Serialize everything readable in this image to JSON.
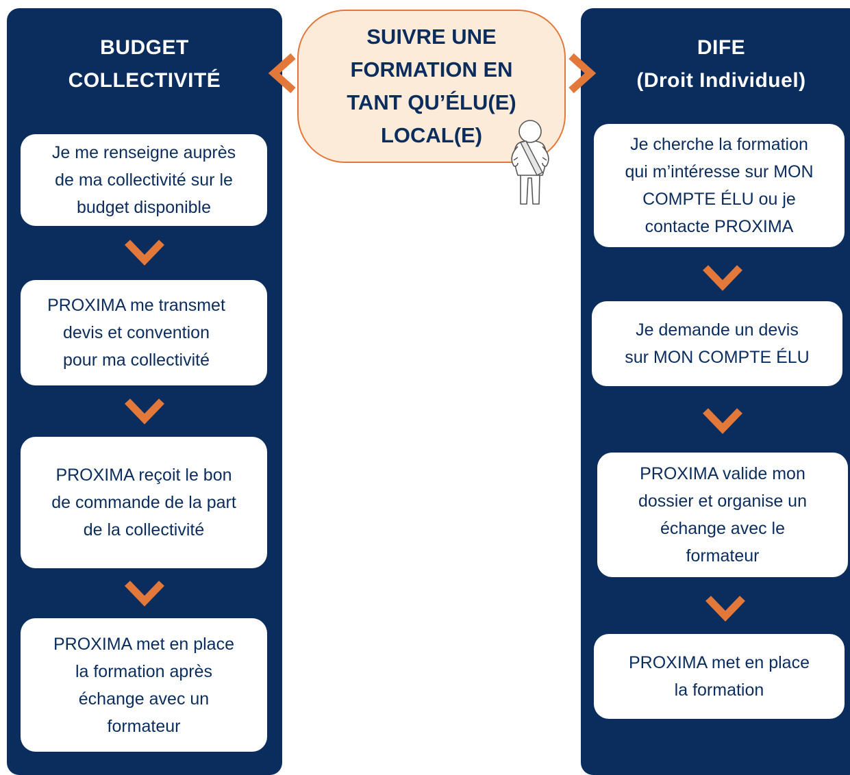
{
  "center": {
    "title": "SUIVRE UNE\nFORMATION EN\nTANT QU’ÉLU(E)\nLOCAL(E)"
  },
  "left": {
    "title": "BUDGET\nCOLLECTIVITÉ",
    "steps": [
      "Je me renseigne auprès\nde ma collectivité sur le\nbudget disponible",
      "PROXIMA me transmet\ndevis et convention\npour ma collectivité",
      "PROXIMA reçoit le bon\nde commande de la part\nde la collectivité",
      "PROXIMA met en place\nla formation après\néchange avec un\nformateur"
    ]
  },
  "right": {
    "title": "DIFE\n(Droit Individuel)",
    "steps": [
      "Je cherche la formation\nqui m’intéresse sur MON\nCOMPTE ÉLU ou je\ncontacte PROXIMA",
      "Je demande un devis\nsur MON COMPTE ÉLU",
      "PROXIMA valide mon\ndossier et organise un\néchange avec le\nformateur",
      "PROXIMA met en place\nla formation"
    ]
  },
  "colors": {
    "navy": "#0b2d5e",
    "orange": "#e3783b",
    "peach": "#fdebd9"
  },
  "icons": {
    "figure": "elected-official-with-sash-icon",
    "step_arrow": "chevron-down-icon",
    "branch_arrow": "chevron-side-icon"
  }
}
